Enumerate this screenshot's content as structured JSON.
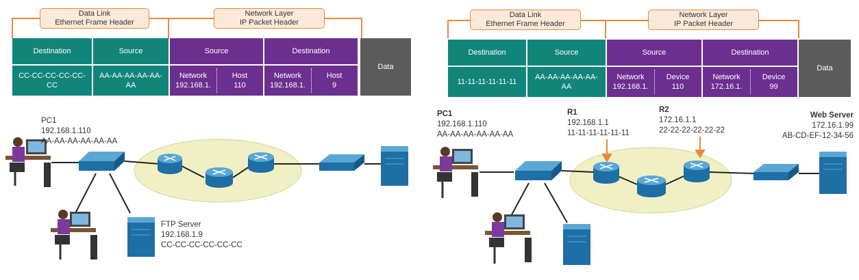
{
  "left": {
    "header": {
      "datalink": [
        "Data Link",
        "Ethernet Frame Header"
      ],
      "network": [
        "Network Layer",
        "IP Packet Header"
      ]
    },
    "frame": {
      "destination_label": "Destination",
      "source_label": "Source",
      "dest_mac": "CC-CC-CC-CC-CC-CC",
      "src_mac": "AA-AA-AA-AA-AA-AA",
      "ip_source_label": "Source",
      "ip_dest_label": "Destination",
      "src_network": [
        "Network",
        "192.168.1."
      ],
      "src_host": [
        "Host",
        "110"
      ],
      "dst_network": [
        "Network",
        "192.168.1."
      ],
      "dst_host": [
        "Host",
        "9"
      ],
      "data_label": "Data"
    },
    "pc1": {
      "name": "PC1",
      "ip": "192.168.1.110",
      "mac": "AA-AA-AA-AA-AA-AA"
    },
    "ftp": {
      "name": "FTP Server",
      "ip": "192.168.1.9",
      "mac": "CC-CC-CC-CC-CC-CC"
    }
  },
  "right": {
    "header": {
      "datalink": [
        "Data Link",
        "Ethernet Frame Header"
      ],
      "network": [
        "Network Layer",
        "IP Packet Header"
      ]
    },
    "frame": {
      "destination_label": "Destination",
      "source_label": "Source",
      "dest_mac": "11-11-11-11-11-11",
      "src_mac": "AA-AA-AA-AA-AA-AA",
      "ip_source_label": "Source",
      "ip_dest_label": "Destination",
      "src_network": [
        "Network",
        "192.168.1."
      ],
      "src_device": [
        "Device",
        "110"
      ],
      "dst_network": [
        "Network",
        "172.16.1."
      ],
      "dst_device": [
        "Device",
        "99"
      ],
      "data_label": "Data"
    },
    "pc1": {
      "name": "PC1",
      "ip": "192.168.1.110",
      "mac": "AA-AA-AA-AA-AA-AA"
    },
    "r1": {
      "name": "R1",
      "ip": "192.168.1.1",
      "mac": "11-11-11-11-11-11"
    },
    "r2": {
      "name": "R2",
      "ip": "172.16.1.1",
      "mac": "22-22-22-22-22-22"
    },
    "web": {
      "name": "Web Server",
      "ip": "172.16.1.99",
      "mac": "AB-CD-EF-12-34-56"
    }
  },
  "colors": {
    "teal": "#12857a",
    "purple": "#6b2f8f",
    "data_gray": "#5c5c5c",
    "orange": "#e8883a",
    "cloud": "#f1f0c4",
    "device_blue": "#2a7fb8"
  }
}
